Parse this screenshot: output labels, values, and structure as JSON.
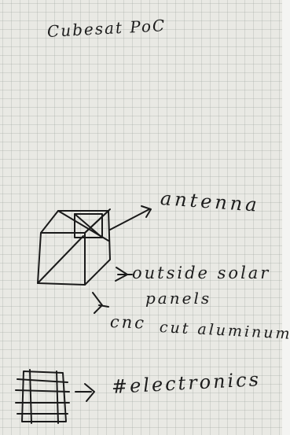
{
  "notes": {
    "title": "Cubesat PoC",
    "antenna": "antenna",
    "solar_line": "outside solar",
    "panels": "panels",
    "cnc": "cnc",
    "cut_aluminum": "cut aluminum",
    "electronics": "#electronics"
  },
  "colors": {
    "paper": "#e9e9e4",
    "grid": "#9aa09a",
    "ink": "#1a1a1a"
  }
}
